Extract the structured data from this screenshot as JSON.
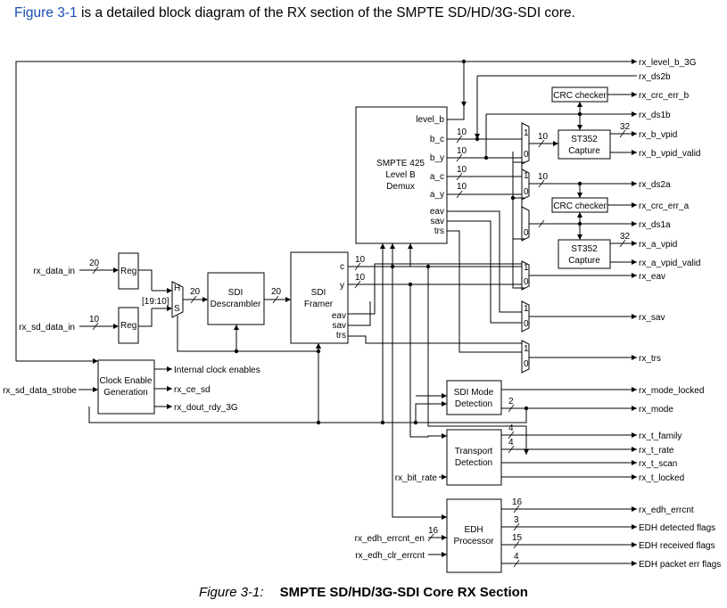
{
  "intro": {
    "link": "Figure 3-1",
    "rest": " is a detailed block diagram of the RX section of the SMPTE SD/HD/3G-SDI core."
  },
  "caption": {
    "figure_label": "Figure 3-1:",
    "title": "SMPTE SD/HD/3G-SDI Core RX Section"
  },
  "blocks": {
    "reg": "Reg",
    "descrambler": [
      "SDI",
      "Descrambler"
    ],
    "framer": [
      "SDI",
      "Framer"
    ],
    "demux": [
      "SMPTE 425",
      "Level B",
      "Demux"
    ],
    "crc_checker": "CRC checker",
    "st352": [
      "ST352",
      "Capture"
    ],
    "clock_enable": [
      "Clock Enable",
      "Generation"
    ],
    "sdi_mode": [
      "SDI Mode",
      "Detection"
    ],
    "transport": [
      "Transport",
      "Detection"
    ],
    "edh": [
      "EDH",
      "Processor"
    ]
  },
  "ports": {
    "framer": [
      "c",
      "y",
      "eav",
      "sav",
      "trs"
    ],
    "demux": [
      "level_b",
      "b_c",
      "b_y",
      "a_c",
      "a_y",
      "eav",
      "sav",
      "trs"
    ],
    "mux_h": "H",
    "mux_s": "S",
    "bits_label": "[19:10]"
  },
  "signals": {
    "inputs": [
      "rx_data_in",
      "rx_sd_data_in",
      "rx_sd_data_strobe",
      "rx_bit_rate",
      "rx_edh_errcnt_en",
      "rx_edh_clr_errcnt"
    ],
    "outputs": [
      "rx_level_b_3G",
      "rx_ds2b",
      "rx_crc_err_b",
      "rx_ds1b",
      "rx_b_vpid",
      "rx_b_vpid_valid",
      "rx_ds2a",
      "rx_crc_err_a",
      "rx_ds1a",
      "rx_a_vpid",
      "rx_a_vpid_valid",
      "rx_eav",
      "rx_sav",
      "rx_trs",
      "rx_mode_locked",
      "rx_mode",
      "rx_t_family",
      "rx_t_rate",
      "rx_t_scan",
      "rx_t_locked",
      "rx_edh_errcnt",
      "EDH detected flags",
      "EDH received flags",
      "EDH packet err flags"
    ],
    "clock_outputs": [
      "Internal clock enables",
      "rx_ce_sd",
      "rx_dout_rdy_3G"
    ]
  },
  "widths": [
    "20",
    "10",
    "20",
    "20",
    "10",
    "10",
    "10",
    "10",
    "10",
    "10",
    "10",
    "10",
    "32",
    "32",
    "2",
    "4",
    "4",
    "16",
    "3",
    "15",
    "4",
    "16"
  ],
  "mux_pins": [
    "1",
    "0"
  ]
}
